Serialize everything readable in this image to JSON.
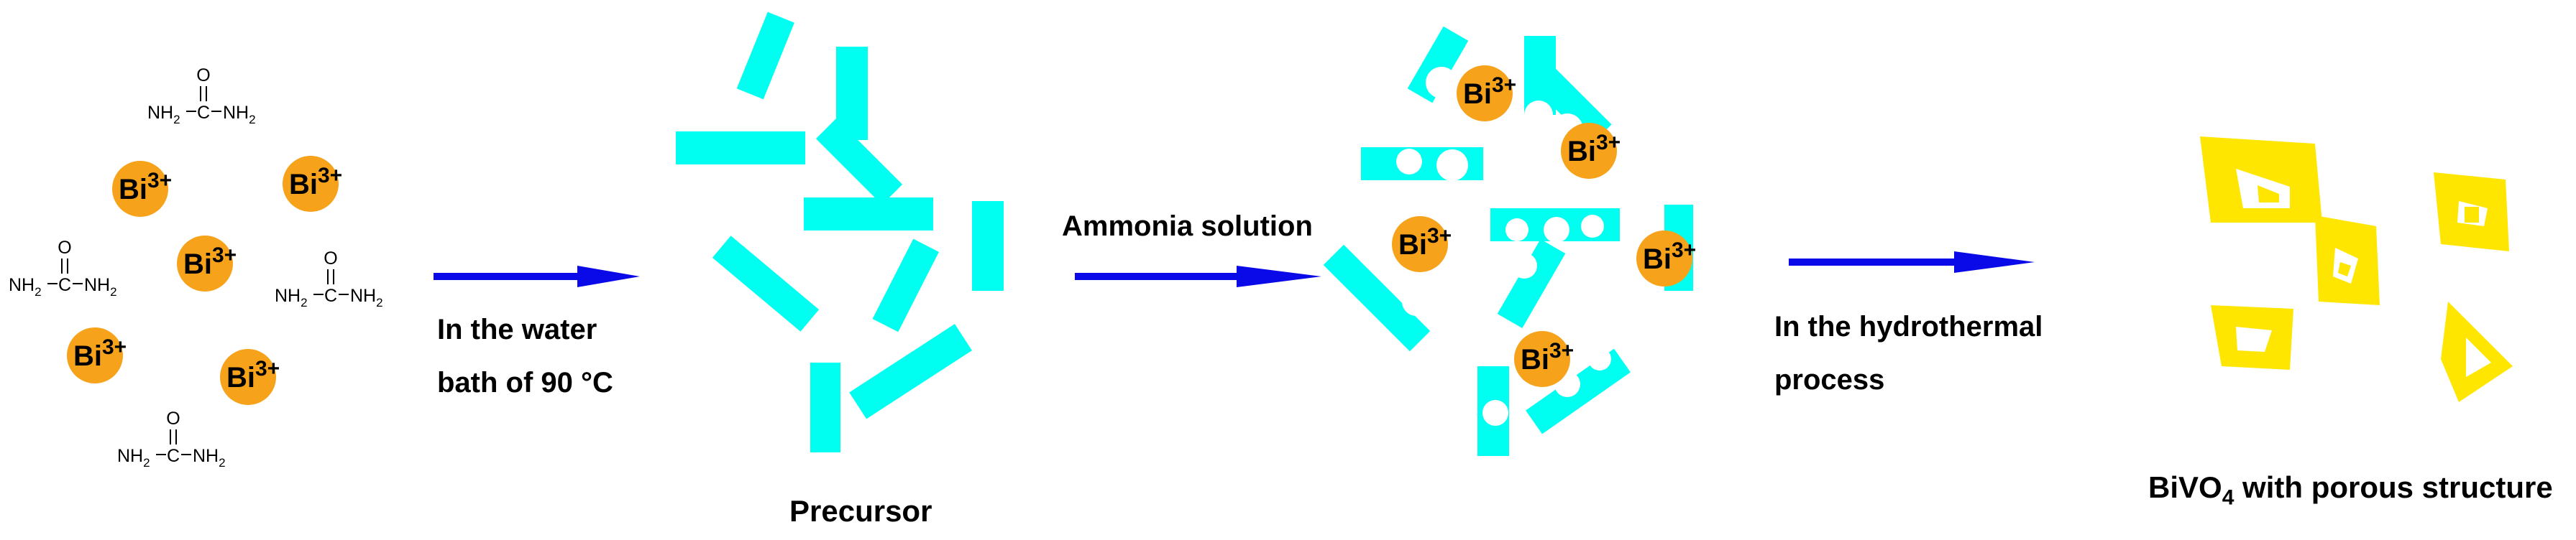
{
  "colors": {
    "ion_fill": "#F7A21B",
    "rod_fill": "#00FFF0",
    "product_fill": "#FFE600",
    "arrow": "#0A0AE8",
    "text": "#000000"
  },
  "ion_label": {
    "symbol": "Bi",
    "charge": "3+"
  },
  "urea": {
    "top": "O",
    "left": "NH",
    "left_sub": "2",
    "mid": "C",
    "right": "NH",
    "right_sub": "2"
  },
  "steps": {
    "step1_line1": "In the water",
    "step1_line2": "bath of 90 °C",
    "step2": "Ammonia solution",
    "step3_line1": "In the hydrothermal",
    "step3_line2": "process"
  },
  "labels": {
    "precursor": "Precursor",
    "product_main": "BiVO",
    "product_sub": "4",
    "product_rest": " with porous structure"
  }
}
